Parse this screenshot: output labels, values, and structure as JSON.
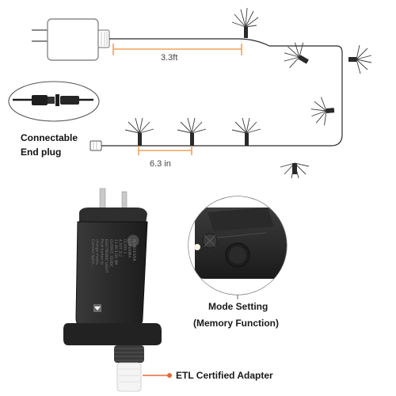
{
  "labels": {
    "length_lead": "3.3ft",
    "spacing": "6.3 in",
    "connectable_line1": "Connectable",
    "connectable_line2": "End plug",
    "mode_setting": "Mode Setting",
    "memory_function": "(Memory Function)",
    "etl_adapter": "ETL Certified Adapter"
  },
  "adapter_label_lines": [
    "IN RECEIVER",
    "LC9000MA",
    "CLASS 2 ...",
    "4.5UT 2L2",
    "11.9V-1.0A 3M",
    "OUTPUT: 31VDC",
    "ELECTRONIC LIGHT",
    "Push button to",
    "change modes",
    "Connect lights..."
  ],
  "colors": {
    "wire": "#2a2a2a",
    "dimension": "#f2a15a",
    "adapter": "#2c2c2c",
    "knob": "#4a4a4a",
    "leader": "#e06a3b"
  },
  "icons": [
    "plug-icon",
    "connector-icon",
    "mode-button-icon"
  ]
}
